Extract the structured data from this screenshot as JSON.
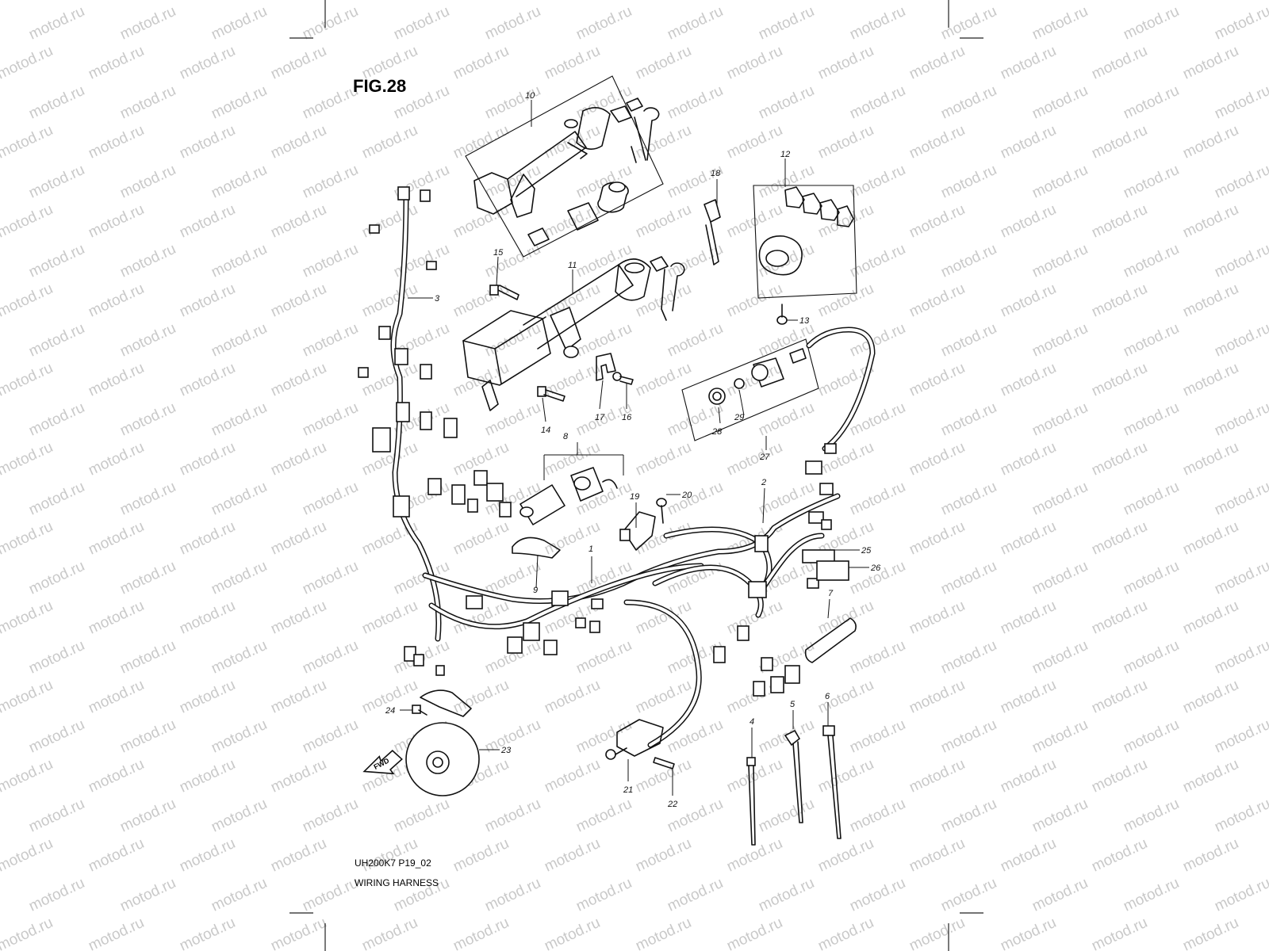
{
  "figure": {
    "title": "FIG.28"
  },
  "footer": {
    "code": "UH200K7 P19_02",
    "name": "WIRING HARNESS"
  },
  "watermark": {
    "text": "motod.ru"
  },
  "fwd_arrow": {
    "label": "FWD"
  },
  "callouts": [
    "1",
    "2",
    "3",
    "4",
    "5",
    "6",
    "7",
    "8",
    "9",
    "10",
    "11",
    "12",
    "13",
    "14",
    "15",
    "16",
    "17",
    "18",
    "19",
    "20",
    "21",
    "22",
    "23",
    "24",
    "25",
    "26",
    "27",
    "28",
    "29"
  ]
}
